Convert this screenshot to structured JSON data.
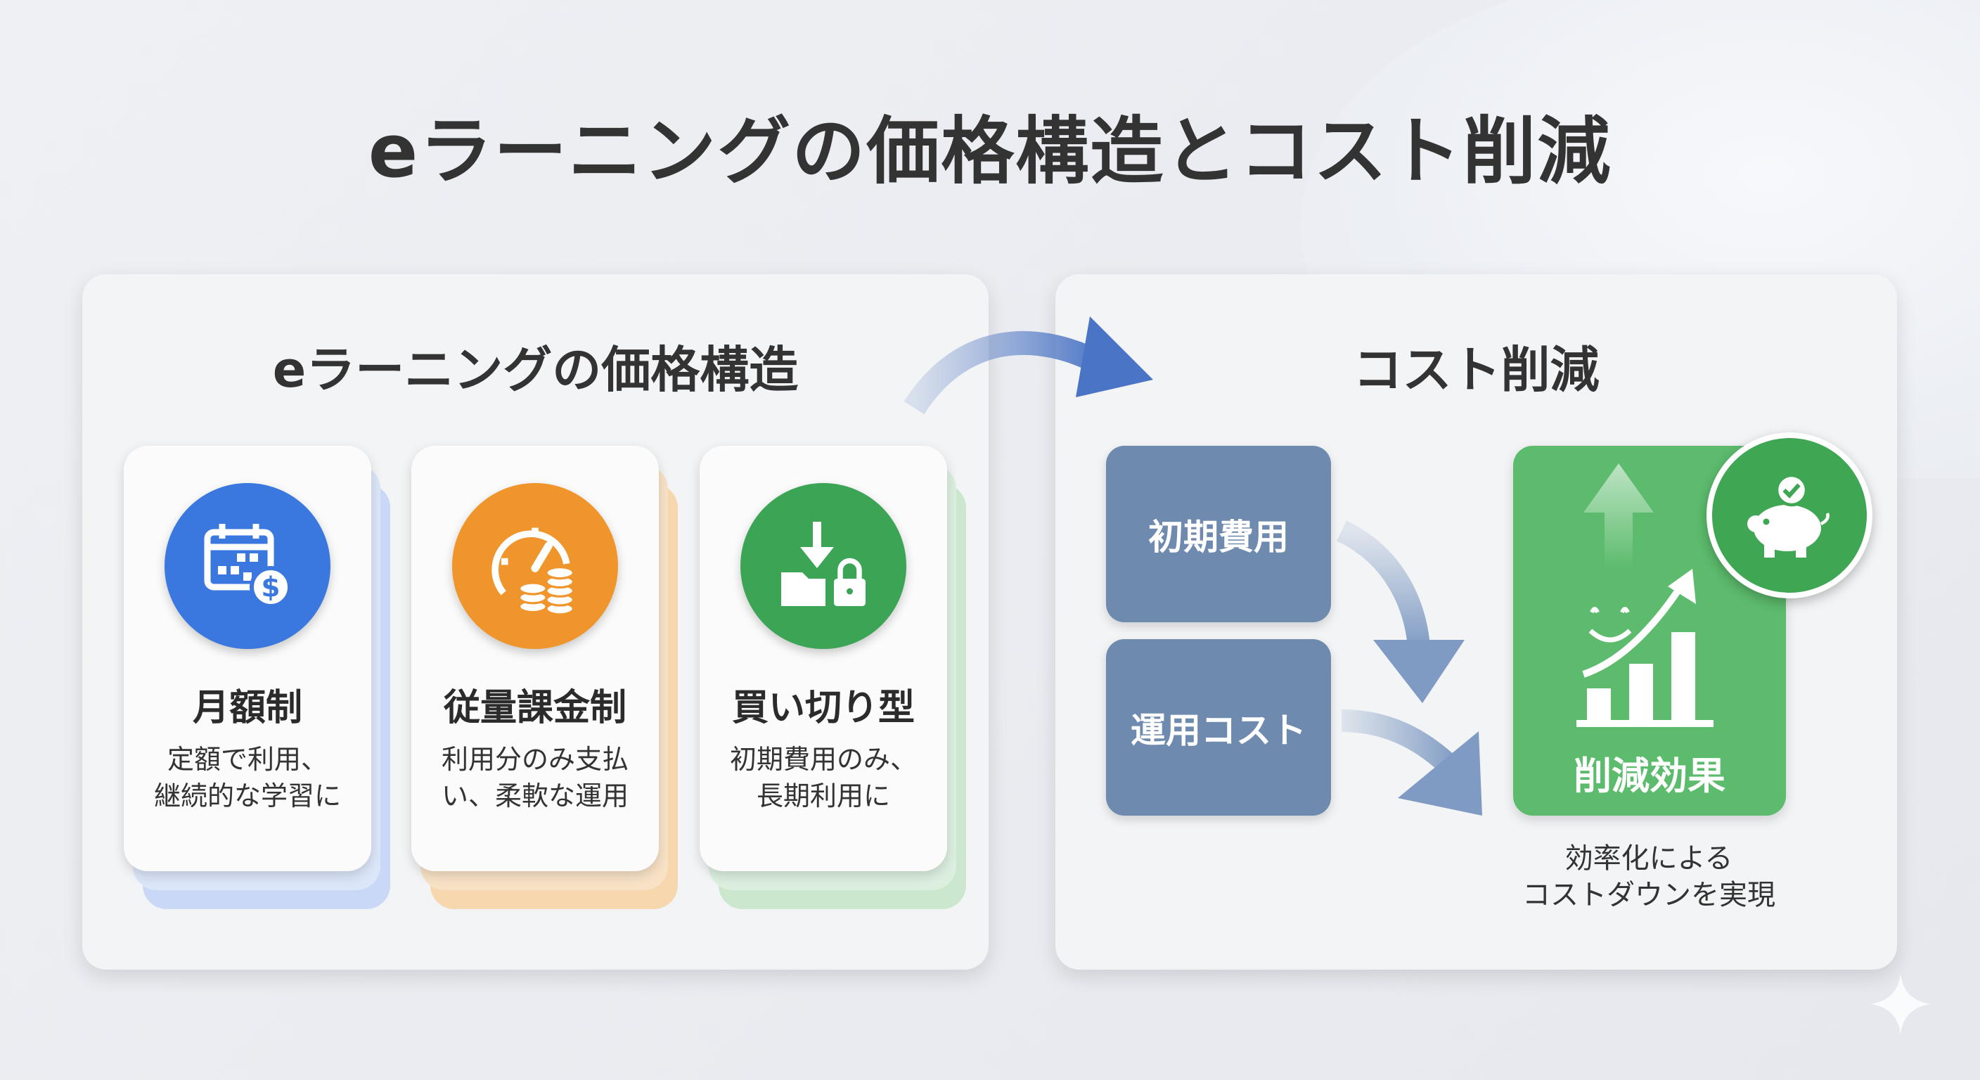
{
  "title": "eラーニングの価格構造とコスト削減",
  "left_panel": {
    "heading": "eラーニングの価格構造",
    "cards": [
      {
        "title": "月額制",
        "desc_line1": "定額で利用、",
        "desc_line2": "継続的な学習に",
        "icon": "calendar-dollar-icon",
        "color": "#3a78e0",
        "stack_color": "#c8d8f6"
      },
      {
        "title": "従量課金制",
        "desc_line1": "利用分のみ支払",
        "desc_line2": "い、柔軟な運用",
        "icon": "speedometer-coins-icon",
        "color": "#f0952c",
        "stack_color": "#f7d7ae"
      },
      {
        "title": "買い切り型",
        "desc_line1": "初期費用のみ、",
        "desc_line2": "長期利用に",
        "icon": "download-lock-icon",
        "color": "#3ba555",
        "stack_color": "#cbe8cf"
      }
    ]
  },
  "right_panel": {
    "heading": "コスト削減",
    "inputs": [
      "初期費用",
      "運用コスト"
    ],
    "result_label": "削減効果",
    "caption_line1": "効率化による",
    "caption_line2": "コストダウンを実現"
  }
}
